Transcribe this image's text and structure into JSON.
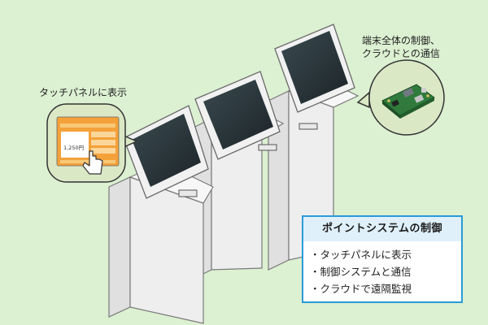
{
  "labels": {
    "touch_panel": "タッチパネルに表示",
    "terminal_control_line1": "端末全体の制御、",
    "terminal_control_line2": "クラウドとの通信"
  },
  "screen_preview": {
    "price": "1,250円"
  },
  "info_box": {
    "title": "ポイントシステムの制御",
    "items": [
      "・タッチパネルに表示",
      "・制御システムと通信",
      "・クラウドで遠隔監視"
    ]
  },
  "colors": {
    "background": "#dcf0d2",
    "accent_blue": "#2a9bd8",
    "callout_fill": "#dbe8c6",
    "screen_orange": "#f4a13a",
    "board_green": "#2f7a3c"
  },
  "icons": [
    "hand-pointer-icon",
    "circuit-board-icon"
  ]
}
